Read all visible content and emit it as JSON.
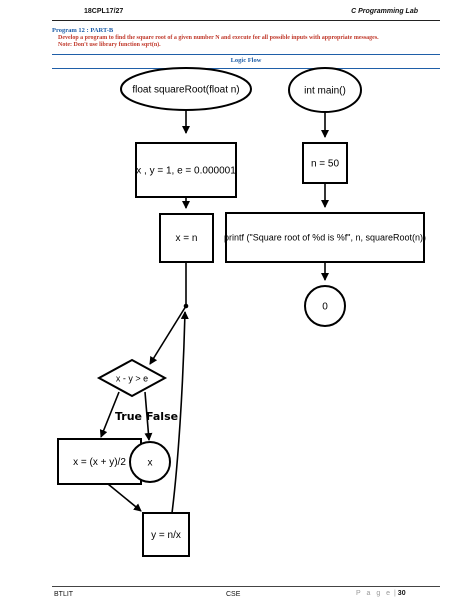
{
  "header": {
    "left": "18CPL17/27",
    "right": "C Programming Lab"
  },
  "program": {
    "title": "Program 12 : PART-B",
    "description_line1": "Develop a program to find the square root of a given number N and execute for all possible inputs with appropriate messages.",
    "description_line2": "Note: Don't use library function sqrt(n)."
  },
  "section": {
    "title": "Logic Flow"
  },
  "flowchart": {
    "fn_start": "float squareRoot(float n)",
    "fn_init": "x , y = 1, e = 0.000001",
    "fn_assign": "x = n",
    "condition": "x - y > e",
    "true_label": "True",
    "false_label": "False",
    "update_x": "x = (x + y)/2",
    "return_x": "x",
    "update_y": "y = n/x",
    "main_start": "int main()",
    "main_assign": "n = 50",
    "main_print": "printf (\"Square root of %d is %f\", n, squareRoot(n))",
    "main_end": "0"
  },
  "footer": {
    "left": "BTLIT",
    "center": "CSE",
    "page_label": "P a g e",
    "separator": "|",
    "page_number": "30"
  }
}
